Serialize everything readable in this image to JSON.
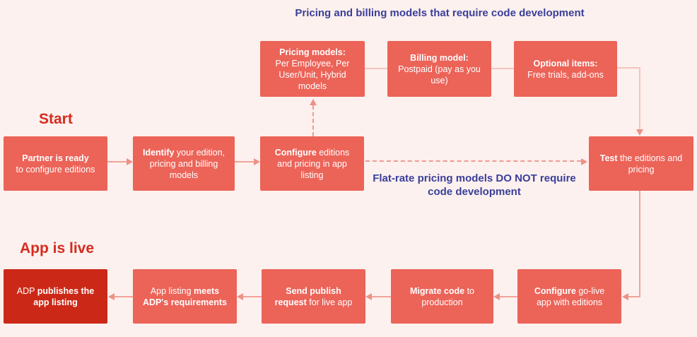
{
  "title": "Pricing and billing models that require code development",
  "labels": {
    "start": "Start",
    "app_is_live": "App is live",
    "flat_rate_note": "Flat-rate pricing models DO NOT require code development"
  },
  "colors": {
    "background": "#fcf1ee",
    "box_coral": "#ec6358",
    "box_dark_red": "#cc2817",
    "heading_navy": "#3b3e9a",
    "label_red": "#d62b1f",
    "arrow_pink": "#f2a29a",
    "connector_light_pink": "#f5c3bc",
    "box_text": "#ffffff"
  },
  "boxes": {
    "pricing_models": {
      "bold": "Pricing models:",
      "rest": "Per Employee, Per User/Unit, Hybrid models"
    },
    "billing_model": {
      "bold": "Billing model:",
      "rest": "Postpaid (pay as you use)"
    },
    "optional_items": {
      "bold": "Optional items:",
      "rest": "Free trials, add-ons"
    },
    "partner_ready": {
      "bold": "Partner is ready",
      "rest": "to configure editions"
    },
    "identify": {
      "bold": "Identify",
      "rest": " your edition, pricing and billing models"
    },
    "configure_editions": {
      "bold": "Configure",
      "rest": " editions and pricing in app listing"
    },
    "test": {
      "bold": "Test",
      "rest": " the editions and pricing"
    },
    "adp_publishes": {
      "pre": "ADP ",
      "bold": "publishes the app listing"
    },
    "app_listing_meets": {
      "pre": "App listing ",
      "bold": "meets ADP's requirements"
    },
    "send_publish": {
      "bold": "Send publish request",
      "rest": " for live app"
    },
    "migrate_code": {
      "bold": "Migrate code",
      "rest": " to production"
    },
    "configure_golive": {
      "bold": "Configure",
      "rest": " go-live app with editions"
    }
  }
}
